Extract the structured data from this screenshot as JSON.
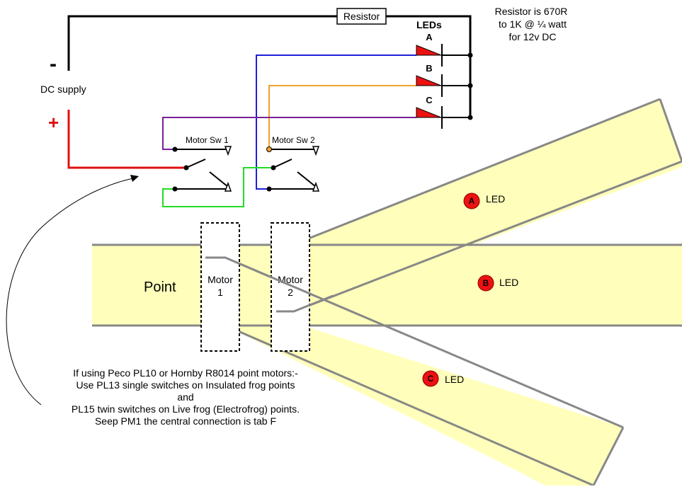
{
  "labels": {
    "resistor": "Resistor",
    "resistor_note": [
      "Resistor is 670R",
      "to 1K @ ¼ watt",
      "for 12v DC"
    ],
    "leds_heading": "LEDs",
    "minus": "-",
    "plus": "+",
    "dc_supply": "DC supply",
    "motor_sw_1": "Motor Sw 1",
    "motor_sw_2": "Motor Sw 2",
    "point": "Point",
    "motor_1": [
      "Motor",
      "1"
    ],
    "motor_2": [
      "Motor",
      "2"
    ],
    "note": [
      "If using Peco PL10 or Hornby R8014 point motors:-",
      "Use PL13 single switches on Insulated frog points",
      "and",
      "PL15 twin switches on Live frog (Electrofrog) points.",
      "Seep PM1 the central connection is tab F"
    ]
  },
  "leds": [
    {
      "id": "A",
      "wire_color": "#1f1fd6"
    },
    {
      "id": "B",
      "wire_color": "#f0a030"
    },
    {
      "id": "C",
      "wire_color": "#7a1f9a"
    }
  ],
  "track_leds": [
    {
      "id": "A",
      "label": "LED"
    },
    {
      "id": "B",
      "label": "LED"
    },
    {
      "id": "C",
      "label": "LED"
    }
  ],
  "colors": {
    "negative": "#000000",
    "positive": "#e01010",
    "green_wire": "#22dd22",
    "track_fill": "#ffffbb",
    "rail": "#888888",
    "led_red": "#ee1111"
  }
}
